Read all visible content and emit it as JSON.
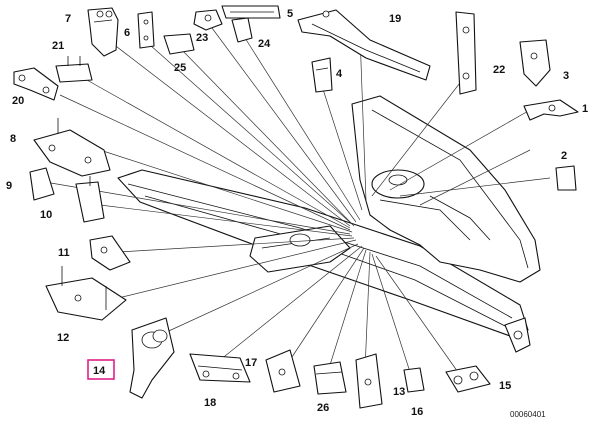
{
  "diagram": {
    "reference_code": "00060401",
    "highlighted_callout": "14",
    "highlight_color": "#e0218a",
    "callouts": [
      "1",
      "2",
      "3",
      "4",
      "5",
      "6",
      "7",
      "8",
      "9",
      "10",
      "11",
      "12",
      "13",
      "14",
      "15",
      "16",
      "17",
      "18",
      "19",
      "20",
      "21",
      "22",
      "23",
      "24",
      "25",
      "26"
    ]
  }
}
